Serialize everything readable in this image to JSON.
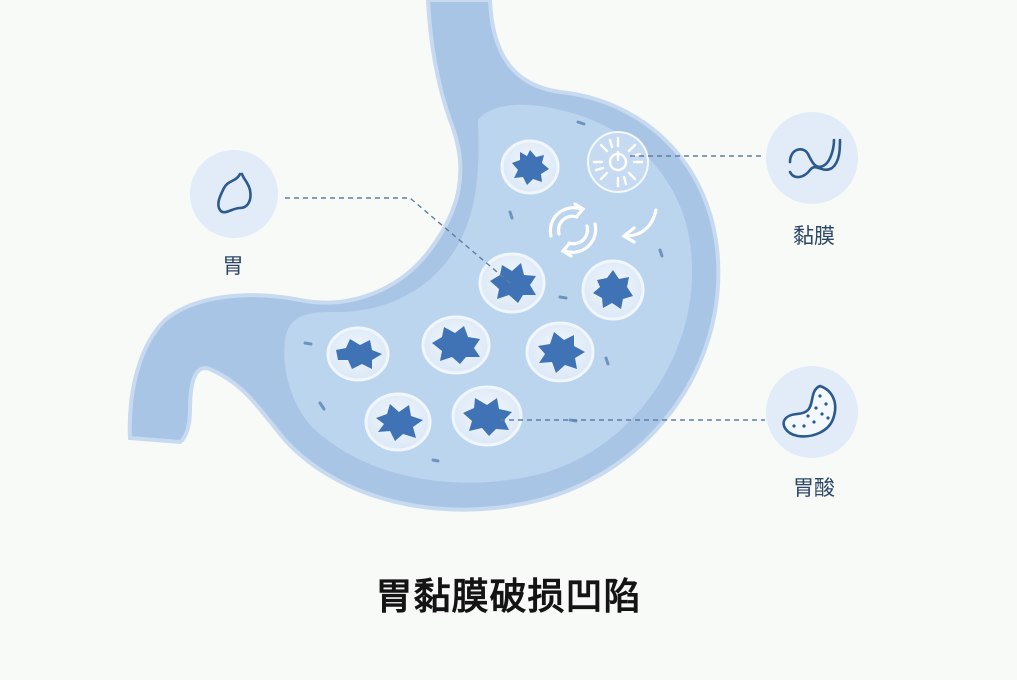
{
  "labels": {
    "stomach": "胃",
    "mucosa": "黏膜",
    "gastric_acid": "胃酸"
  },
  "title": "胃黏膜破损凹陷",
  "icons": [
    "stomach-icon",
    "mucosa-icon",
    "gastric-acid-icon",
    "pain-burst-icon",
    "cycle-arrows-icon",
    "curved-arrow-icon"
  ],
  "colors": {
    "background": "#f8faf8",
    "stomach_outer": "#a9c5e6",
    "stomach_inner": "#bcd5ef",
    "lesion": "#3f73b5",
    "line": "#5f7ea3",
    "text": "#2c4766",
    "title": "#141414"
  }
}
